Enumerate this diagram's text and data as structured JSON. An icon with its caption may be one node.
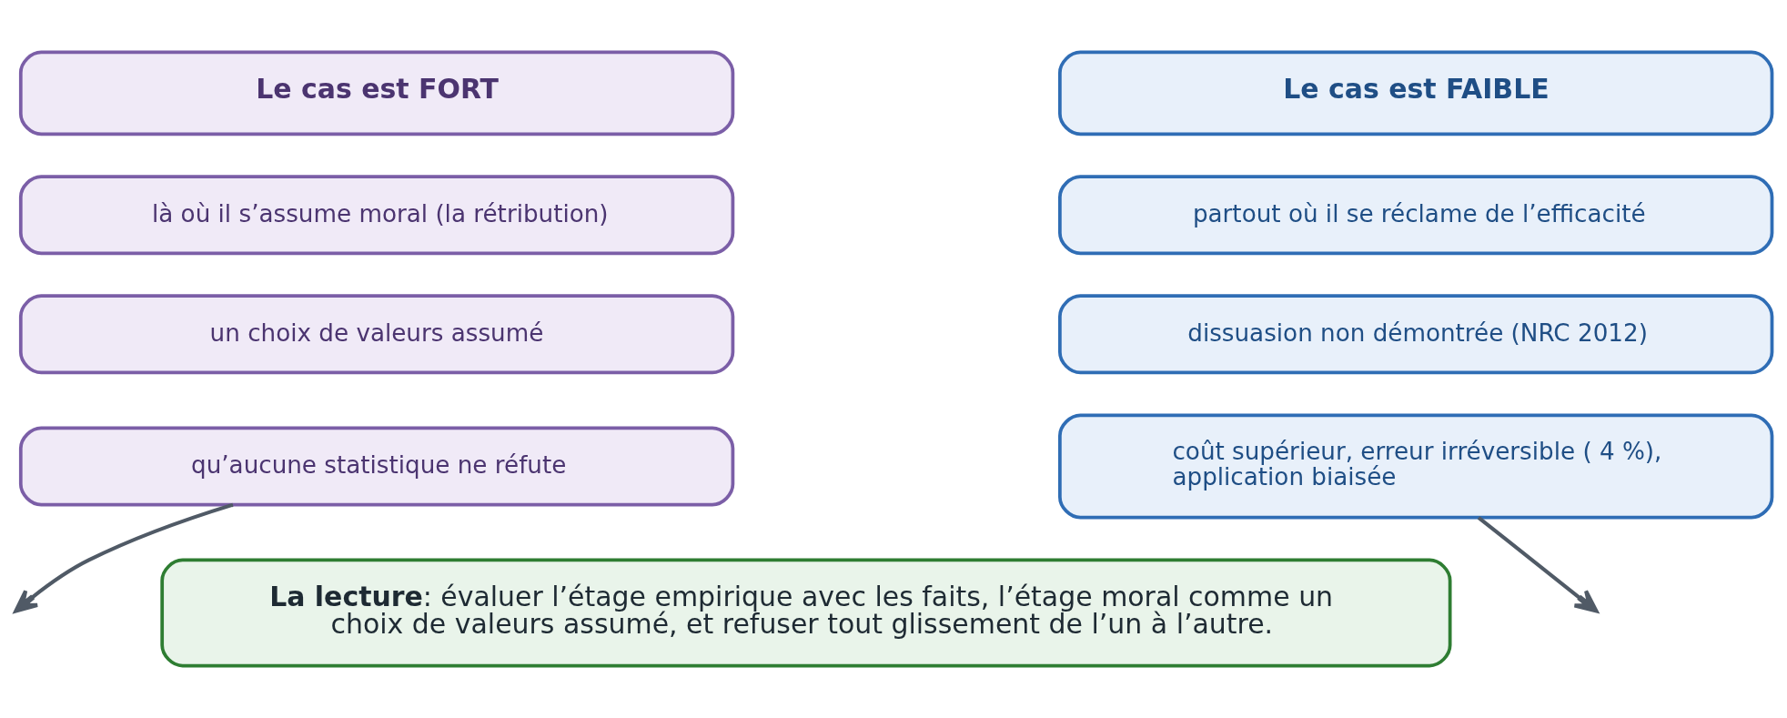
{
  "diagram": {
    "nodes": [
      {
        "text": [
          "Le cas est FORT"
        ]
      },
      {
        "text": [
          "là où il s’assume moral (la rétribution)"
        ]
      },
      {
        "text": [
          "un choix de valeurs assumé"
        ]
      },
      {
        "text": [
          "qu’aucune statistique ne réfute"
        ]
      },
      {
        "text": [
          "Le cas est FAIBLE"
        ]
      },
      {
        "text": [
          "partout où il se réclame de l’efficacité"
        ]
      },
      {
        "text": [
          "dissuasion non démontrée (NRC 2012)"
        ]
      },
      {
        "text": [
          "coût supérieur, erreur irréversible ( 4 %), application biaisée"
        ]
      },
      {
        "text": [
          "**La lecture**: évaluer l’étage empirique avec les faits, l’étage moral comme un choix de valeurs assumé, et refuser tout glissement de l’un à l’autre."
        ]
      }
    ],
    "edges": [
      {
        "from": 3,
        "to": null,
        "arrow": "to"
      },
      {
        "from": 7,
        "to": null,
        "arrow": "to"
      }
    ]
  }
}
